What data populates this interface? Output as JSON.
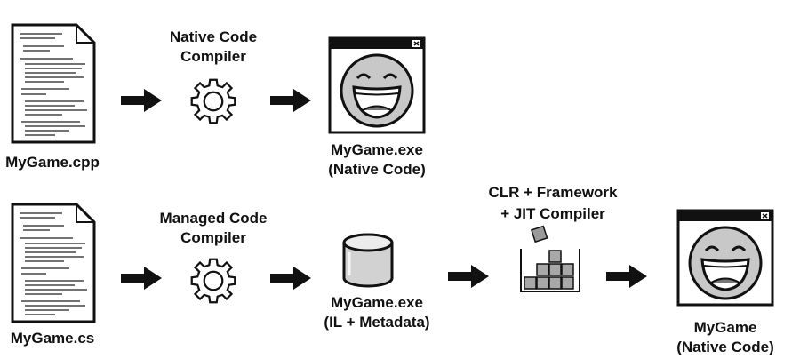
{
  "top_row": {
    "source_file": "MyGame.cpp",
    "compiler_line1": "Native Code",
    "compiler_line2": "Compiler",
    "output_line1": "MyGame.exe",
    "output_line2": "(Native Code)"
  },
  "bottom_row": {
    "source_file": "MyGame.cs",
    "compiler_line1": "Managed Code",
    "compiler_line2": "Compiler",
    "assembly_line1": "MyGame.exe",
    "assembly_line2": "(IL + Metadata)",
    "runtime_line1": "CLR + Framework",
    "runtime_line2": "+ JIT Compiler",
    "output_line1": "MyGame",
    "output_line2": "(Native Code)"
  }
}
